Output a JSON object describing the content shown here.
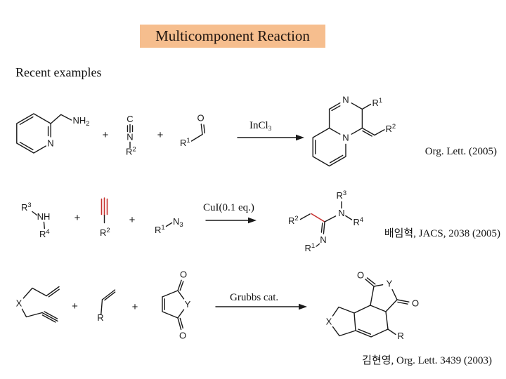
{
  "slide": {
    "title": "Multicomponent Reaction",
    "subtitle": "Recent examples",
    "colors": {
      "title_bg": "#F6BE8E",
      "accent_red": "#C63230",
      "ink": "#1A1A1A",
      "background": "#FFFFFF"
    }
  },
  "labels": {
    "plus": "+",
    "C": "C",
    "N": "N",
    "O": "O",
    "X": "X",
    "Y": "Y",
    "NH": "NH",
    "R": "R",
    "sub2": "2",
    "sub3": "3",
    "sup1": "1",
    "sup2": "2",
    "sup3": "3",
    "sup4": "4"
  },
  "reactions": [
    {
      "catalyst": {
        "main": "InCl",
        "sub": "3"
      },
      "citation": "Org. Lett. (2005)"
    },
    {
      "catalyst": {
        "main": "CuI(0.1 eq.)",
        "sub": ""
      },
      "citation": "배임혁, JACS, 2038 (2005)"
    },
    {
      "catalyst": {
        "main": "Grubbs cat.",
        "sub": ""
      },
      "citation": "김현영, Org. Lett. 3439 (2003)"
    }
  ]
}
